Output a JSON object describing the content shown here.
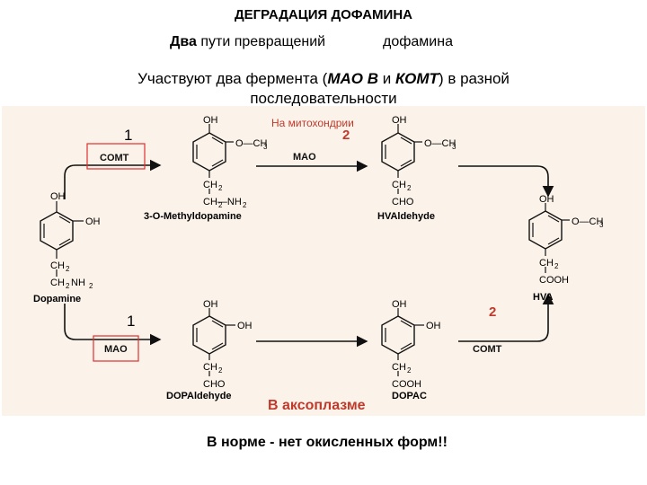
{
  "header": {
    "title": "ДЕГРАДАЦИЯ ДОФАМИНА",
    "subtitle_bold": "Два",
    "subtitle_rest": " пути превращений",
    "subtitle_right": "дофамина",
    "enzymes_line1_a": "Участвуют два фермента  (",
    "enzymes_line1_b": "MAO B",
    "enzymes_line1_c": " и ",
    "enzymes_line1_d": "КОМТ",
    "enzymes_line1_e": ") в разной",
    "enzymes_line2": "последовательности"
  },
  "annotations": {
    "step1_top": "1",
    "step1_bottom": "1",
    "step2_top": "2",
    "step2_bottom": "2",
    "mitochondria": "На митохондрии",
    "axoplasm": "В аксоплазме"
  },
  "diagram": {
    "enzymes": {
      "comt_top": "COMT",
      "mao_top": "MAO",
      "mao_bottom": "MAO",
      "comt_bottom": "COMT"
    },
    "compounds": {
      "methyldopamine": "3-O-Methyldopamine",
      "hvaldehyde": "HVAldehyde",
      "dopamine": "Dopamine",
      "hva": "HVA",
      "dopaldehyde": "DOPAldehyde",
      "dopac": "DOPAC"
    },
    "groups": {
      "oh": "OH",
      "och3": "O—CH",
      "ch2": "CH",
      "ch2nh2": "CH—NH",
      "ch2nh2_b": "CH",
      "nh2": "NH",
      "cho": "CHO",
      "cooh": "COOH",
      "sub2": "2",
      "sub3": "3"
    }
  },
  "footer": {
    "note": "В норме - нет окисленных форм!!"
  },
  "colors": {
    "panel": "#fbf2e9",
    "accent": "#c0392b",
    "box": "#e03030"
  }
}
